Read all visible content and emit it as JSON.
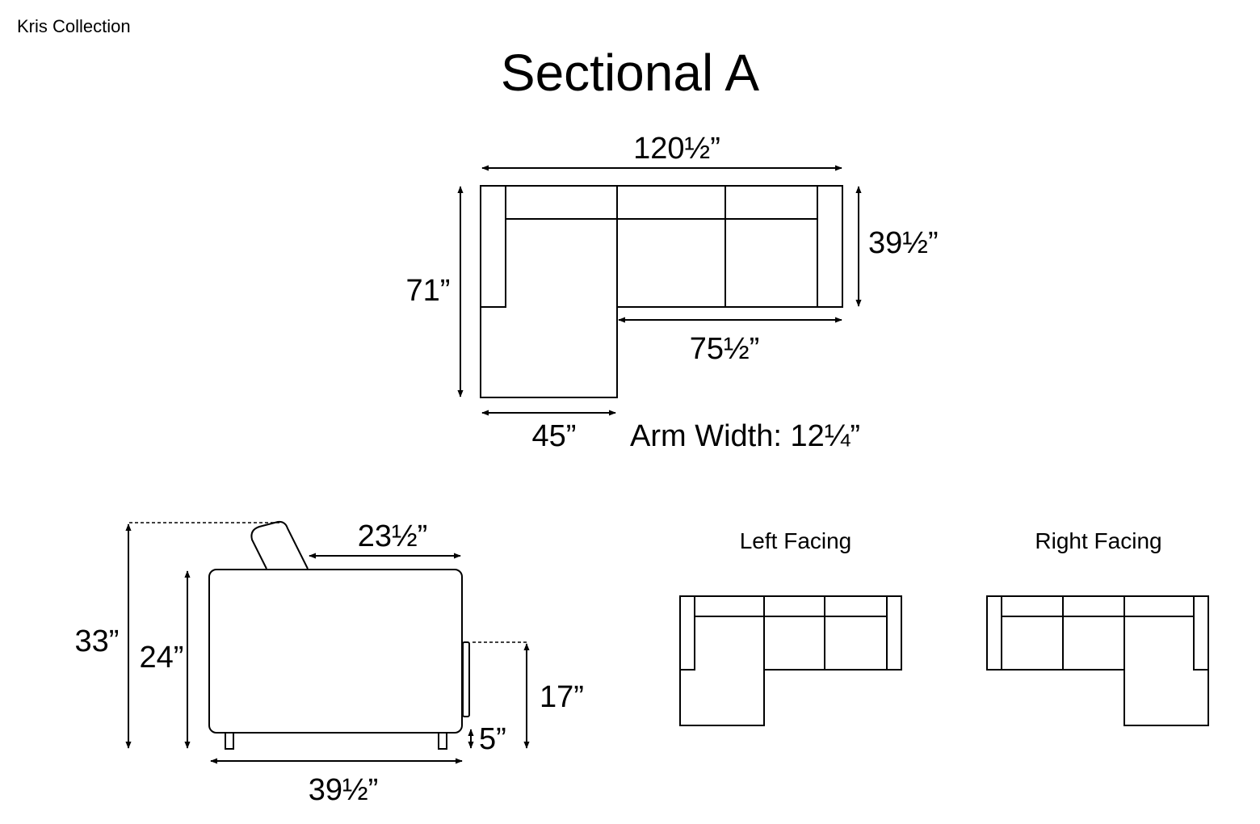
{
  "header": {
    "collection": "Kris Collection",
    "title": "Sectional A"
  },
  "top_view": {
    "overall_width": "120½”",
    "overall_depth": "71”",
    "sofa_depth": "39½”",
    "sofa_section_width": "75½”",
    "chaise_width": "45”",
    "arm_width": "Arm Width: 12¼”"
  },
  "side_view": {
    "total_height": "33”",
    "arm_height": "24”",
    "seat_depth": "23½”",
    "seat_height": "17”",
    "leg_height": "5”",
    "depth": "39½”"
  },
  "orientations": {
    "left_label": "Left Facing",
    "right_label": "Right Facing"
  }
}
